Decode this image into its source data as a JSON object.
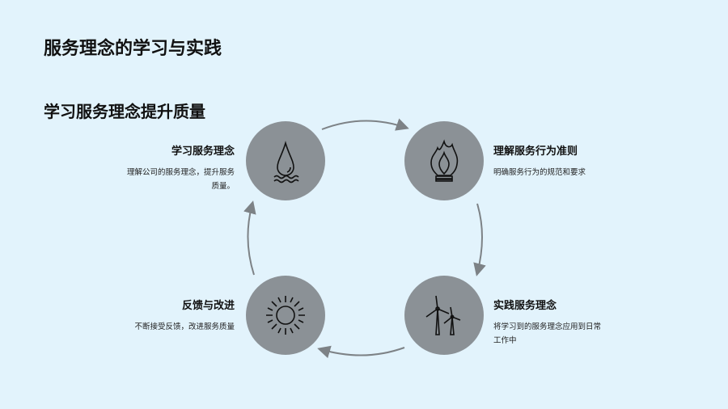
{
  "title": "服务理念的学习与实践",
  "subtitle": "学习服务理念提升质量",
  "steps": [
    {
      "heading": "学习服务理念",
      "desc": "理解公司的服务理念，提升服务质量。",
      "icon": "water-drop-icon"
    },
    {
      "heading": "理解服务行为准则",
      "desc": "明确服务行为的规范和要求",
      "icon": "flame-icon"
    },
    {
      "heading": "实践服务理念",
      "desc": "将学习到的服务理念应用到日常工作中",
      "icon": "wind-turbine-icon"
    },
    {
      "heading": "反馈与改进",
      "desc": "不断接受反馈，改进服务质量",
      "icon": "sun-icon"
    }
  ],
  "colors": {
    "background": "#e2f3fc",
    "circle": "#8b9196",
    "arrow": "#7d8286"
  }
}
